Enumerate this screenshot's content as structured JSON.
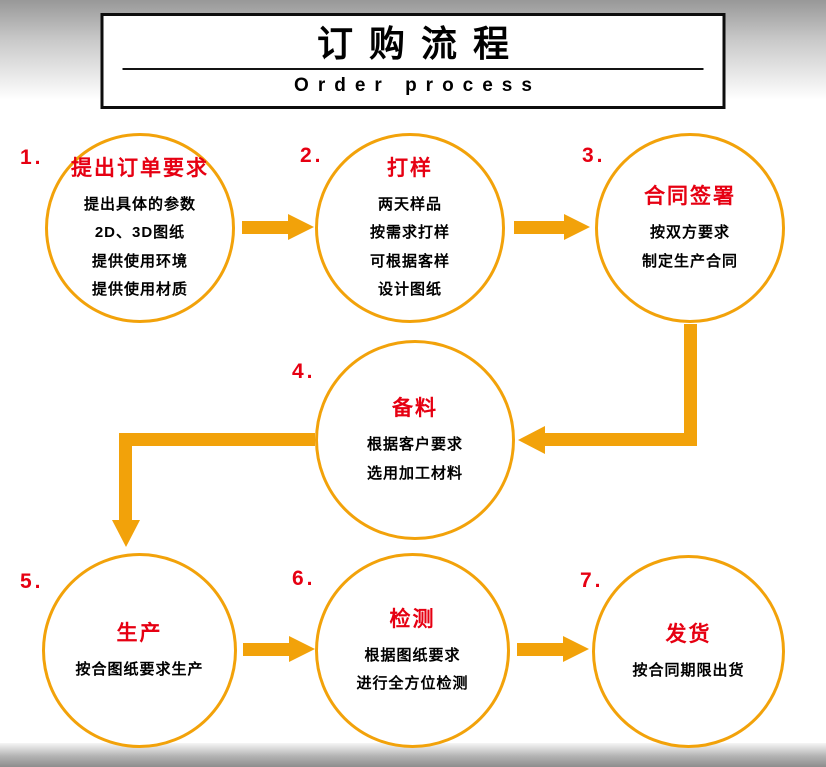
{
  "colors": {
    "accent": "#F2A20A",
    "red": "#E60012"
  },
  "header": {
    "title": "订购流程",
    "subtitle": "Order process"
  },
  "steps": [
    {
      "number": "1.",
      "title": "提出订单要求",
      "lines": [
        "提出具体的参数",
        "2D、3D图纸",
        "提供使用环境",
        "提供使用材质"
      ]
    },
    {
      "number": "2.",
      "title": "打样",
      "lines": [
        "两天样品",
        "按需求打样",
        "可根据客样",
        "设计图纸"
      ]
    },
    {
      "number": "3.",
      "title": "合同签署",
      "lines": [
        "按双方要求",
        "制定生产合同"
      ]
    },
    {
      "number": "4.",
      "title": "备料",
      "lines": [
        "根据客户要求",
        "选用加工材料"
      ]
    },
    {
      "number": "5.",
      "title": "生产",
      "lines": [
        "按合图纸要求生产"
      ]
    },
    {
      "number": "6.",
      "title": "检测",
      "lines": [
        "根据图纸要求",
        "进行全方位检测"
      ]
    },
    {
      "number": "7.",
      "title": "发货",
      "lines": [
        "按合同期限出货"
      ]
    }
  ]
}
